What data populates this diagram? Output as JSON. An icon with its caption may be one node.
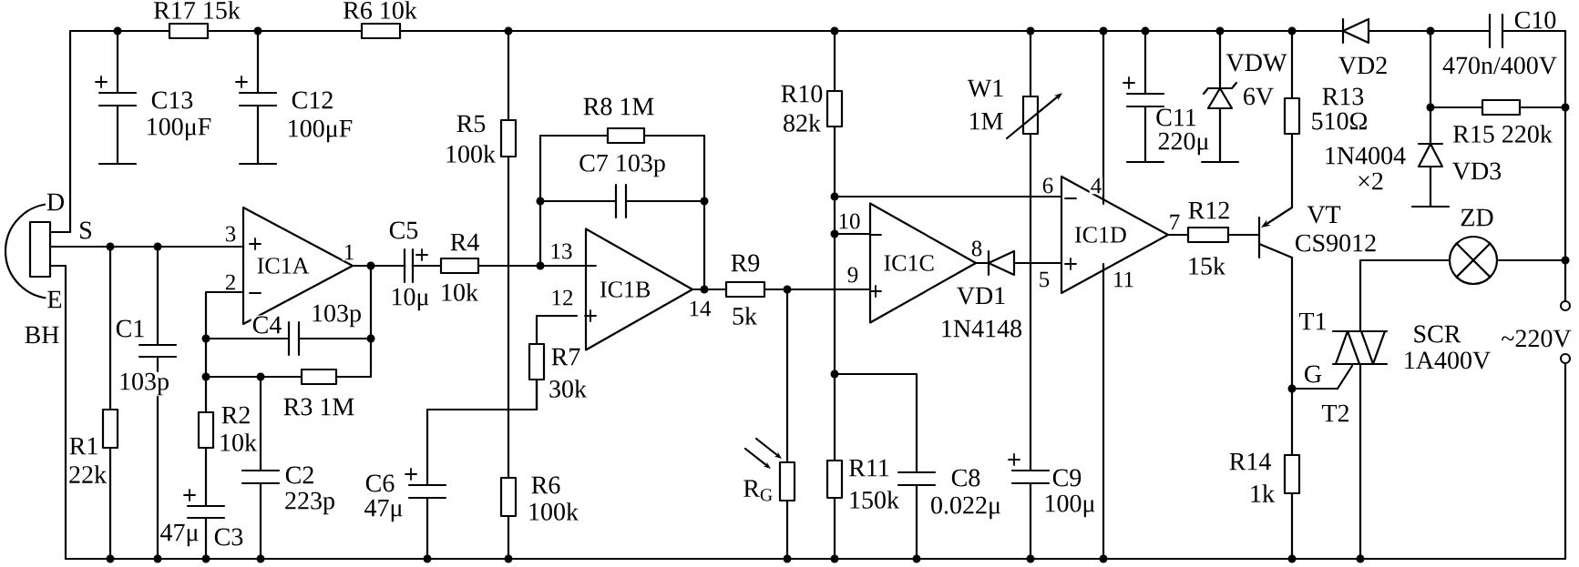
{
  "diagram": {
    "nodes": [
      {
        "text": [
          "IC1A"
        ],
        "beside": [
          "3",
          "2",
          "1"
        ]
      },
      {
        "text": [
          "IC1B"
        ],
        "beside": [
          "13",
          "12",
          "14"
        ]
      },
      {
        "text": [
          "IC1C"
        ],
        "beside": [
          "10",
          "9",
          "8"
        ]
      },
      {
        "text": [
          "IC1D"
        ],
        "beside": [
          "6",
          "4",
          "7",
          "5",
          "11"
        ]
      },
      {
        "text": [],
        "shape": "diode",
        "beside": [
          "VD1",
          "1N4148"
        ]
      }
    ],
    "edges": [
      {
        "from": 0,
        "to": 1,
        "arrow": "none"
      },
      {
        "from": 1,
        "to": 2,
        "arrow": "none"
      },
      {
        "from": 2,
        "to": 4,
        "arrow": "none"
      },
      {
        "from": 4,
        "to": 3,
        "arrow": "none"
      },
      {
        "from": 2,
        "to": 3,
        "arrow": "none"
      }
    ],
    "labels": [
      "R17 15k",
      "R6 10k",
      "C10",
      "VDW",
      "VD2",
      "470n/400V",
      "W1",
      "R10",
      "6V",
      "R13",
      "C13",
      "C12",
      "R8 1M",
      "1M",
      "82k",
      "510Ω",
      "R5",
      "100μF",
      "100μF",
      "R15 220k",
      "C11",
      "220μ",
      "100k",
      "1N4004",
      "C7 103p",
      "VD3",
      "×2",
      "D",
      "R12",
      "VT",
      "ZD",
      "S",
      "C5",
      "R4",
      "R9",
      "CS9012",
      "15k",
      "10k",
      "E",
      "10μ",
      "103p",
      "5k",
      "T1",
      "C4",
      "C1",
      "SCR",
      "BH",
      "~220V",
      "R7",
      "1A400V",
      "G",
      "103p",
      "30k",
      "R3 1M",
      "T2",
      "R2",
      "10k",
      "R1",
      "R14",
      "R11",
      "22k",
      "C2",
      "C8",
      "C9",
      "C6",
      "R6",
      "R$_{G}$",
      "1k",
      "150k",
      "223p",
      "0.022μ",
      "100μ",
      "47μ",
      "100k",
      "47μ",
      "C3"
    ]
  }
}
